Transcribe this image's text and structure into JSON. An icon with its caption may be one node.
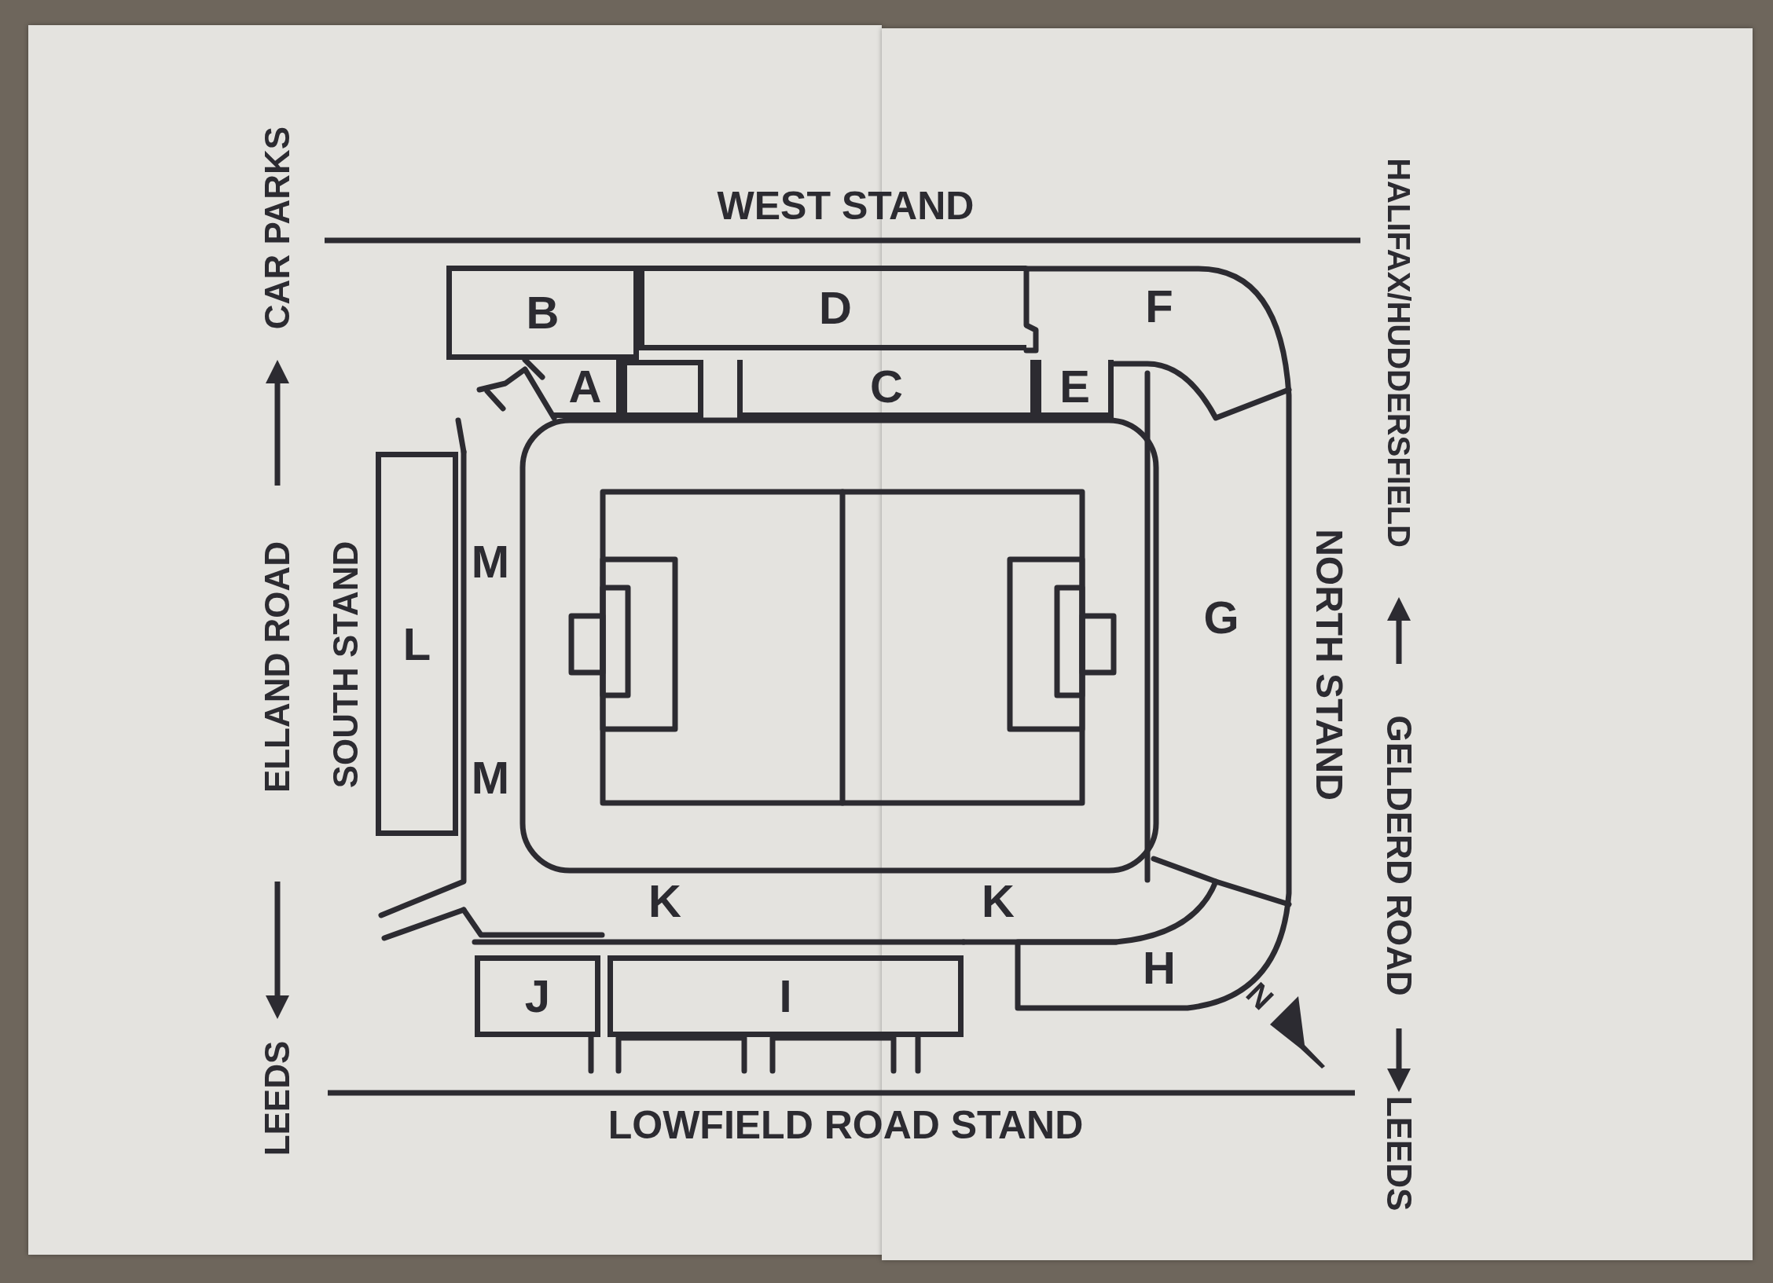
{
  "diagram": {
    "nodes": [
      {
        "text": [
          "B"
        ]
      },
      {
        "text": [
          "D"
        ]
      },
      {
        "text": [
          "F"
        ]
      },
      {
        "text": [
          "A"
        ]
      },
      {
        "text": [],
        "shape": "box"
      },
      {
        "text": [
          "C"
        ]
      },
      {
        "text": [
          "E"
        ]
      },
      {
        "text": [
          "M"
        ]
      },
      {
        "text": [
          "L"
        ]
      },
      {
        "text": [
          "G"
        ]
      },
      {
        "text": [
          "M"
        ]
      },
      {
        "text": [
          "K"
        ]
      },
      {
        "text": [
          "K"
        ]
      },
      {
        "text": [
          "J"
        ]
      },
      {
        "text": [
          "I"
        ]
      },
      {
        "text": [
          "H"
        ]
      }
    ],
    "labels": [
      "WEST STAND",
      "CAR PARKS",
      "ELLAND ROAD",
      "LEEDS",
      "SOUTH STAND",
      "HALIFAX/HUDDERSFIELD",
      "GELDERD ROAD",
      "LEEDS",
      "NORTH STAND",
      "N",
      "LOWFIELD ROAD STAND"
    ]
  }
}
